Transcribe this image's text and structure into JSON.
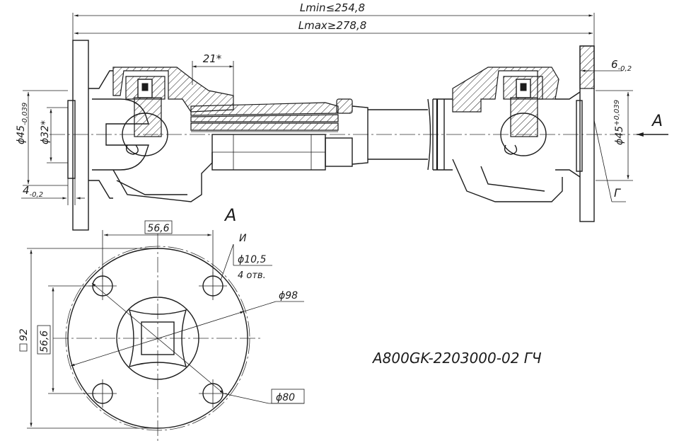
{
  "dimensions": {
    "lmin": "Lmin≤254,8",
    "lmax": "Lmax≥278,8",
    "d21": "21*",
    "d6_base": "6",
    "d6_tol": "-0,2",
    "d45_left_base": "ϕ45",
    "d45_left_tol": "-0,039",
    "d32": "ϕ32*",
    "d4_base": "4",
    "d4_tol": "-0,2",
    "d45_right_base": "ϕ45",
    "d45_right_tol": "+0,039",
    "d56_h": "56,6",
    "d56_v": "56,6",
    "d10": "ϕ10,5",
    "holes": "4 отв.",
    "d98": "ϕ98",
    "d80": "ϕ80",
    "sq92": "92"
  },
  "labels": {
    "view_a_arrow": "A",
    "view_a_title": "A",
    "g_label": "Г",
    "i_label": "И",
    "part_number": "A800GK-2203000-02 ГЧ"
  }
}
